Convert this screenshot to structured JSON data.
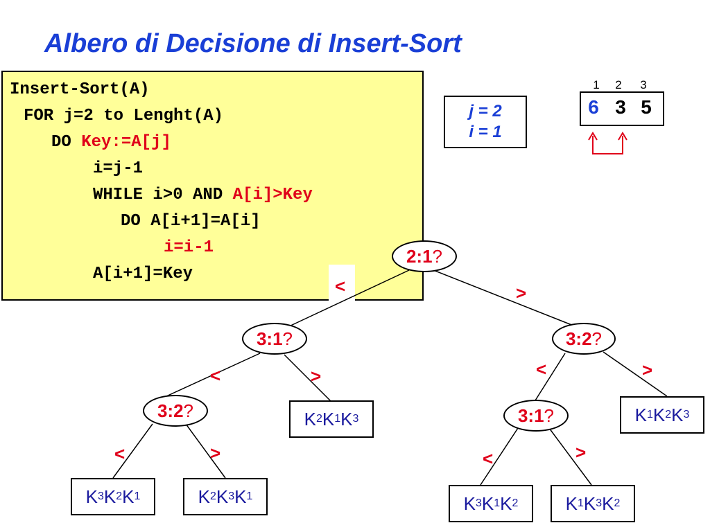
{
  "title": "Albero di Decisione di Insert-Sort",
  "code": {
    "line1": "Insert-Sort(A)",
    "line2": "FOR j=2 to Lenght(A)",
    "line3_a": "DO ",
    "line3_b": "Key:=A[j]",
    "line4": "i=j-1",
    "line5_a": "WHILE i>0 AND ",
    "line5_b": "A[i]>Key",
    "line6": "DO A[i+1]=A[i]",
    "line7": "i=i-1",
    "line8": "A[i+1]=Key"
  },
  "state": {
    "j": "j = 2",
    "i": "i = 1"
  },
  "array": {
    "indices": [
      "1",
      "2",
      "3"
    ],
    "values": [
      "6",
      "3",
      "5"
    ],
    "value_colors": [
      "#1a3fd6",
      "#000000",
      "#000000"
    ]
  },
  "tree": {
    "question_mark": "?",
    "nodes": {
      "root": "2:1",
      "left": "3:1",
      "right": "3:2",
      "left_left": "3:2",
      "right_left": "3:1"
    },
    "comparisons": {
      "lt": "<",
      "gt": ">"
    },
    "leaves": {
      "l1": [
        "K",
        "2",
        "K",
        "1",
        "K",
        "3"
      ],
      "l2": [
        "K",
        "3",
        "K",
        "2",
        "K",
        "1"
      ],
      "l3": [
        "K",
        "2",
        "K",
        "3",
        "K",
        "1"
      ],
      "l4": [
        "K",
        "1",
        "K",
        "2",
        "K",
        "3"
      ],
      "l5": [
        "K",
        "3",
        "K",
        "1",
        "K",
        "2"
      ],
      "l6": [
        "K",
        "1",
        "K",
        "3",
        "K",
        "2"
      ]
    }
  },
  "colors": {
    "title": "#1a3fd6",
    "highlight": "#e0001a",
    "code_bg": "#ffff99",
    "leaf_text": "#1a1a9e"
  }
}
